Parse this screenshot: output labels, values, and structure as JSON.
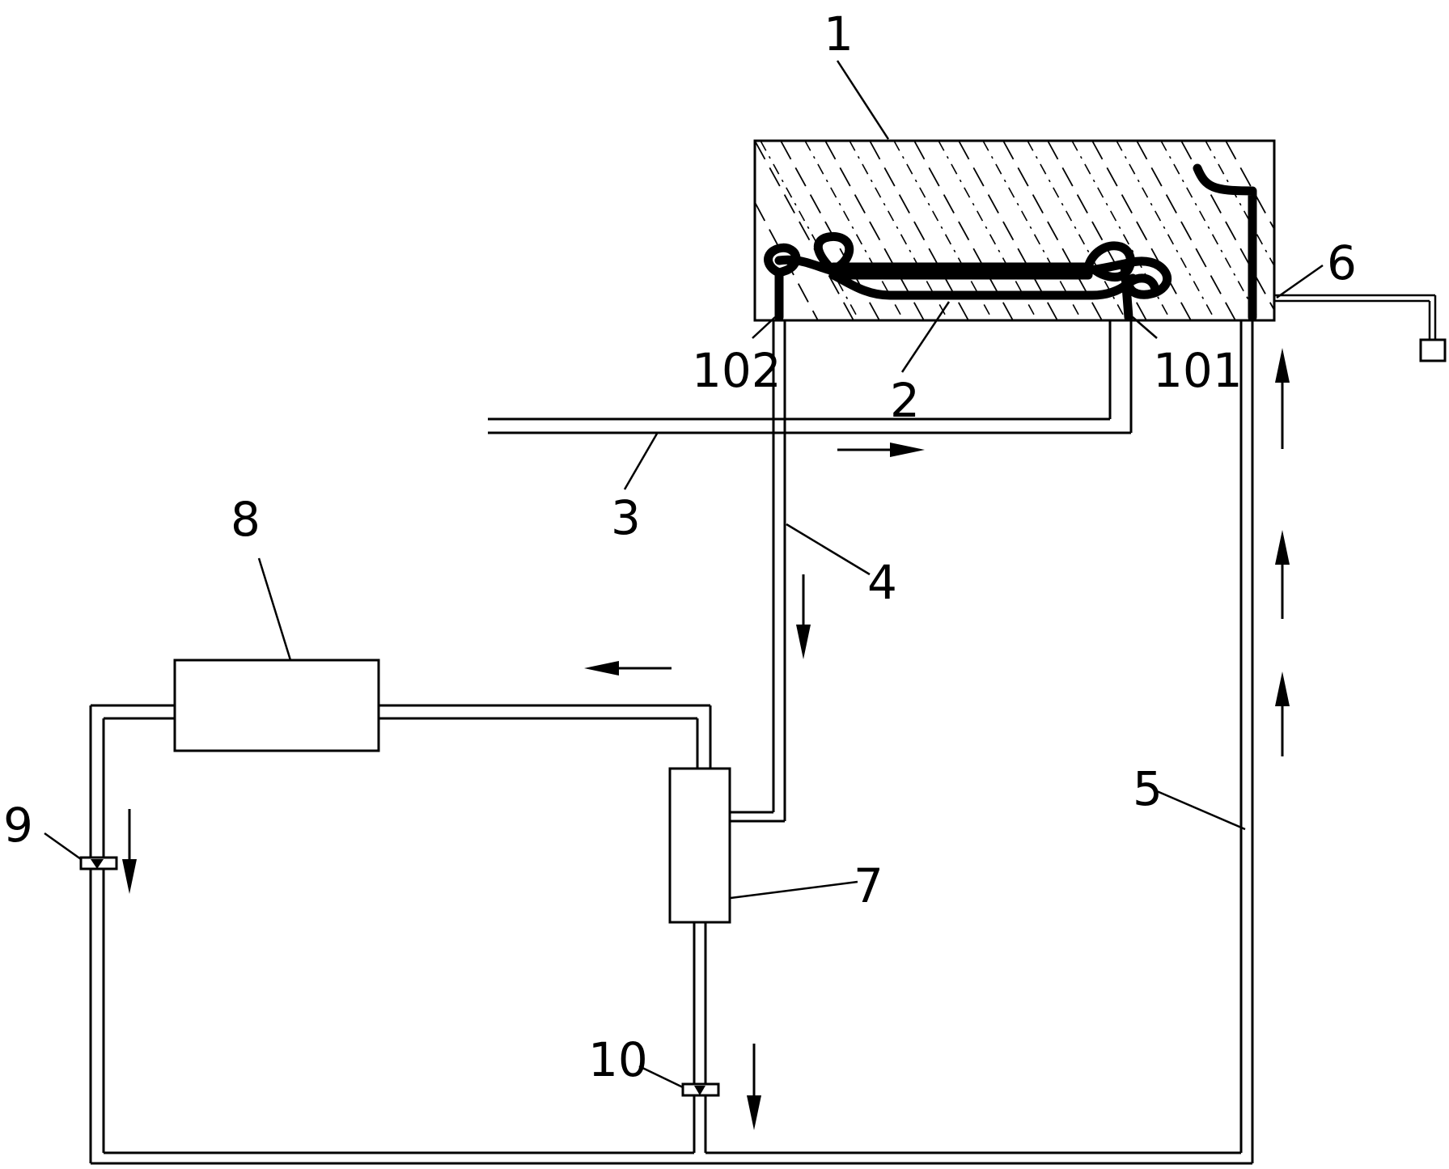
{
  "labels": {
    "part_1": "1",
    "part_2": "2",
    "part_3": "3",
    "part_4": "4",
    "part_5": "5",
    "part_6": "6",
    "part_7": "7",
    "part_8": "8",
    "part_9": "9",
    "part_10": "10",
    "part_101": "101",
    "part_102": "102"
  },
  "colors": {
    "line": "#000000",
    "background": "#ffffff"
  }
}
